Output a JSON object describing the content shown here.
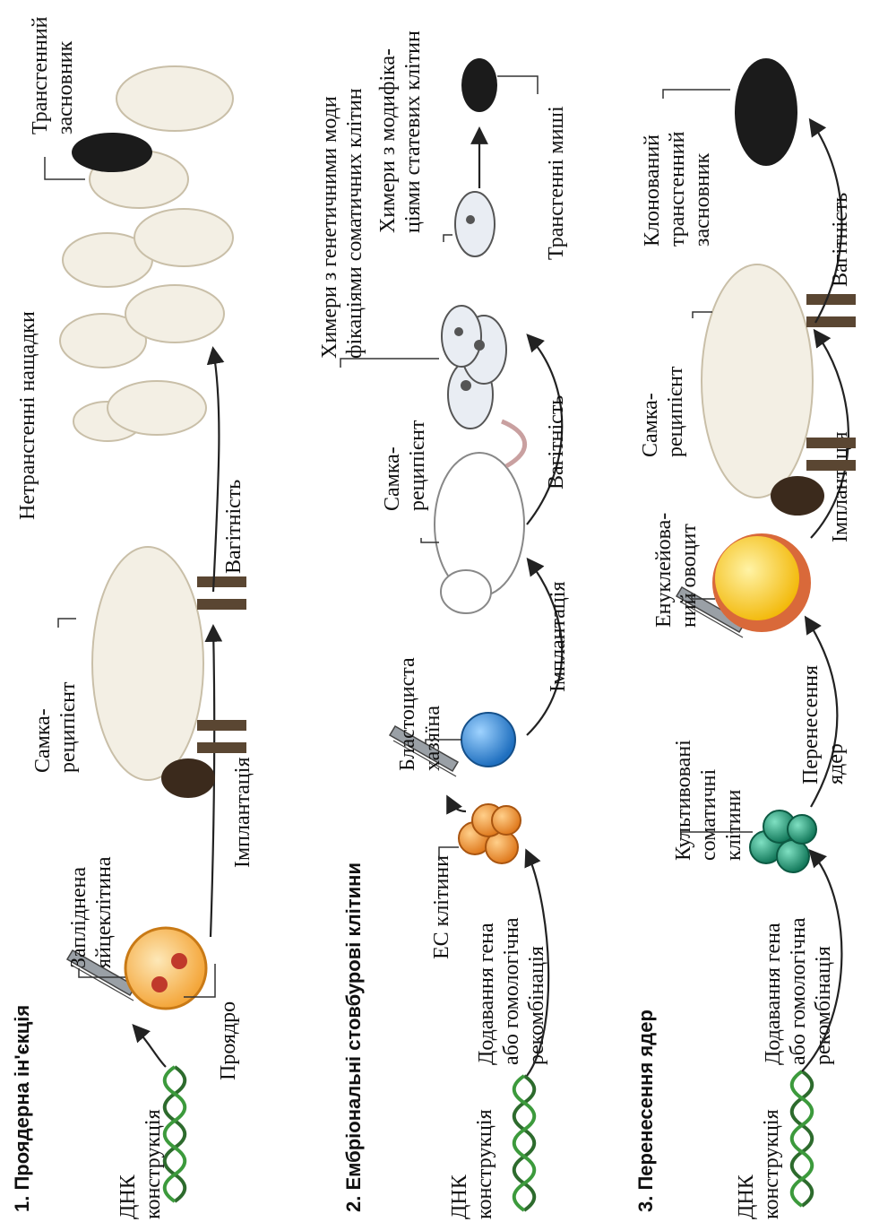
{
  "sections": [
    {
      "title": "1. Проядерна ін'єкція",
      "dna": [
        "ДНК",
        "конструкція"
      ],
      "fertilized": [
        "Запліднена",
        "яйцеклітина"
      ],
      "pronucleus": "Проядро",
      "implant": "Імплантація",
      "recipient": [
        "Самка-",
        "реципієнт"
      ],
      "pregnancy": "Вагітність",
      "offspring": "Нетрансгенні нащадки",
      "founder": [
        "Трансгенний",
        "засновник"
      ]
    },
    {
      "title": "2. Ембріональні стовбурові клітини",
      "dna": [
        "ДНК",
        "конструкція"
      ],
      "gene_add": [
        "Додавання гена",
        "або гомологічна",
        "рекомбінація"
      ],
      "es_cells": "ЕС клітини",
      "blastocyst": [
        "Бластоциста",
        "хазяїна"
      ],
      "implant": "Імплантація",
      "recipient": [
        "Самка-",
        "реципієнт"
      ],
      "pregnancy": "Вагітність",
      "chimera_somatic": [
        "Химери з генетичними моди",
        "фікаціями соматичних клітин"
      ],
      "chimera_germ": [
        "Химери з модифіка-",
        "ціями статевих клітин"
      ],
      "transgenic_mice": "Трансгенні миші"
    },
    {
      "title": "3. Перенесення ядер",
      "dna": [
        "ДНК",
        "конструкція"
      ],
      "gene_add": [
        "Додавання гена",
        "або гомологічна",
        "рекомбінація"
      ],
      "cultured": [
        "Культивовані",
        "соматичні",
        "клітини"
      ],
      "transfer": [
        "Перенесення",
        "ядер"
      ],
      "enucleated": [
        "Енуклейова-",
        "ний овоцит"
      ],
      "implant": "Імплантація",
      "recipient": [
        "Самка-",
        "реципієнт"
      ],
      "pregnancy": "Вагітність",
      "cloned": [
        "Клонований",
        "трансгенний",
        "засновник"
      ]
    }
  ],
  "colors": {
    "zygote": "#f4a63a",
    "pronucleus": "#c0392b",
    "blastocyst": "#2f8fd8",
    "es_cells": "#e07b1f",
    "somatic_cells": "#1f9e7a",
    "oocyte": "#f7c21a",
    "oocyte_rim": "#d9693a",
    "sheep": "#f3efe4",
    "black_animal": "#1b1b1b"
  }
}
